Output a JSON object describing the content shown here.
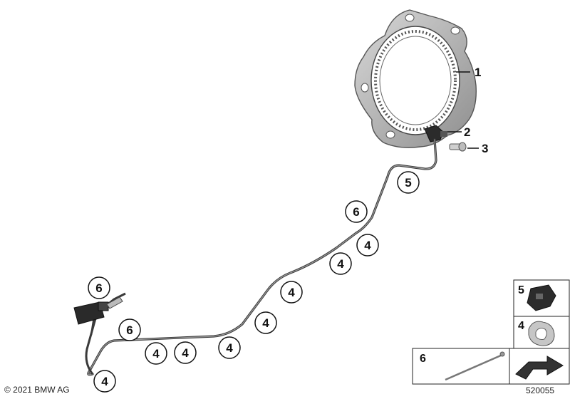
{
  "callouts": {
    "c1": "1",
    "c2": "2",
    "c3": "3",
    "c5": "5",
    "c6a": "6",
    "c6b": "6",
    "c6c": "6",
    "c4a": "4",
    "c4b": "4",
    "c4c": "4",
    "c4d": "4",
    "c4e": "4",
    "c4f": "4",
    "c4g": "4",
    "c4h": "4"
  },
  "legend": {
    "item5": "5",
    "item4": "4",
    "item6": "6"
  },
  "footer": {
    "copyright": "© 2021 BMW AG",
    "diagram_id": "520055"
  }
}
